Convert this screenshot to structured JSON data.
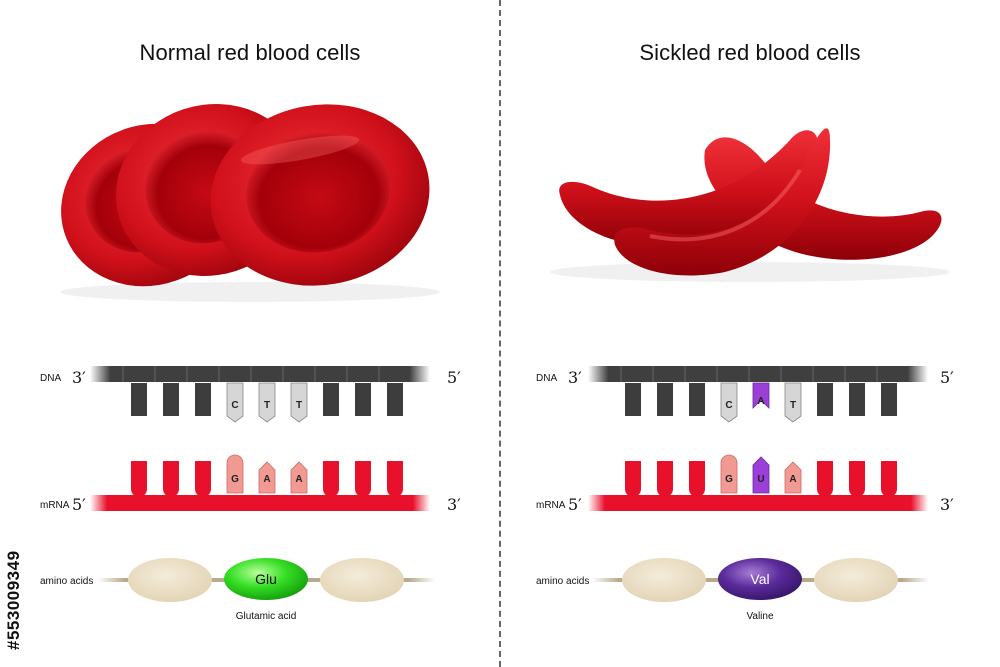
{
  "left": {
    "title": "Normal red blood cells",
    "dna_label": "DNA",
    "dna_left_end": "3′",
    "dna_right_end": "5′",
    "dna_bases": [
      "C",
      "T",
      "T"
    ],
    "mrna_label": "mRNA",
    "mrna_left_end": "5′",
    "mrna_right_end": "3′",
    "mrna_bases": [
      "G",
      "A",
      "A"
    ],
    "amino_label": "amino acids",
    "amino_acid": "Glu",
    "amino_acid_name": "Glutamic acid"
  },
  "right": {
    "title": "Sickled red blood cells",
    "dna_label": "DNA",
    "dna_left_end": "3′",
    "dna_right_end": "5′",
    "dna_bases": [
      "C",
      "A",
      "T"
    ],
    "mrna_label": "mRNA",
    "mrna_left_end": "5′",
    "mrna_right_end": "3′",
    "mrna_bases": [
      "G",
      "U",
      "A"
    ],
    "amino_label": "amino acids",
    "amino_acid": "Val",
    "amino_acid_name": "Valine"
  },
  "watermark": "#553009349",
  "colors": {
    "dna_backbone": "#3f3f3f",
    "dna_base": "#3d3d3d",
    "dna_base_highlight": "#d6d6d6",
    "mutation": "#9b3fd6",
    "mrna": "#e8102a",
    "mrna_base_highlight": "#f19a94",
    "amino_neutral": "#ece0c8",
    "glu": "#33dd22",
    "val": "#5a2a9a",
    "rbc": "#d8111b"
  }
}
